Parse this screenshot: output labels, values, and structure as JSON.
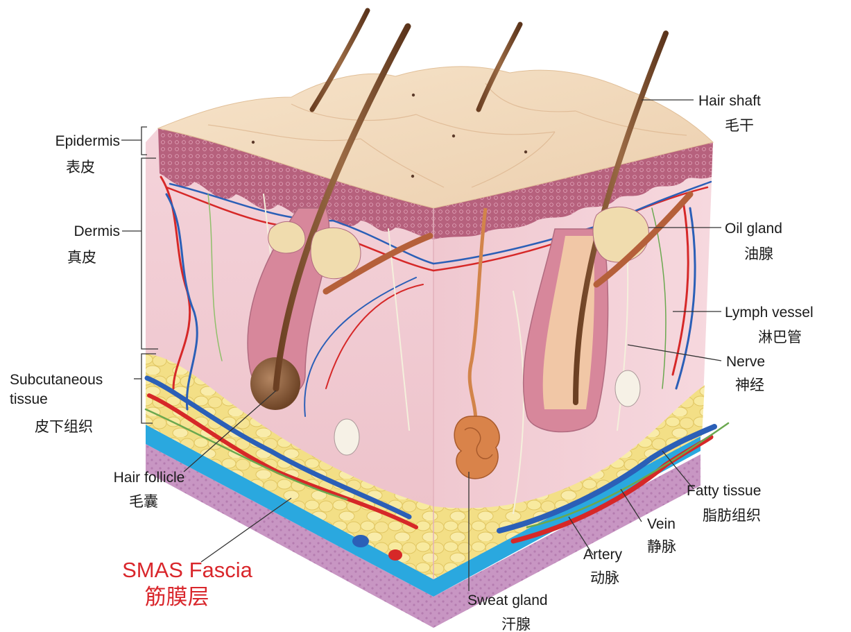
{
  "labels": {
    "epidermis": {
      "en": "Epidermis",
      "zh": "表皮"
    },
    "dermis": {
      "en": "Dermis",
      "zh": "真皮"
    },
    "subcutaneous": {
      "en1": "Subcutaneous",
      "en2": "tissue",
      "zh": "皮下组织"
    },
    "hair_follicle": {
      "en": "Hair follicle",
      "zh": "毛囊"
    },
    "smas": {
      "en": "SMAS Fascia",
      "zh": "筋膜层"
    },
    "hair_shaft": {
      "en": "Hair shaft",
      "zh": "毛干"
    },
    "oil_gland": {
      "en": "Oil gland",
      "zh": "油腺"
    },
    "lymph_vessel": {
      "en": "Lymph vessel",
      "zh": "淋巴管"
    },
    "nerve": {
      "en": "Nerve",
      "zh": "神经"
    },
    "fatty_tissue": {
      "en": "Fatty tissue",
      "zh": "脂肪组织"
    },
    "vein": {
      "en": "Vein",
      "zh": "静脉"
    },
    "artery": {
      "en": "Artery",
      "zh": "动脉"
    },
    "sweat_gland": {
      "en": "Sweat gland",
      "zh": "汗腺"
    }
  },
  "colors": {
    "epidermis_top": "#f3dcc0",
    "epidermis_layer": "#b05a78",
    "dermis": "#f2cfd6",
    "fat": "#f4e08a",
    "fascia": "#2aa8df",
    "muscle": "#c795c2",
    "artery": "#d62828",
    "vein": "#2b5fb7",
    "smas_text": "#d9262b"
  }
}
